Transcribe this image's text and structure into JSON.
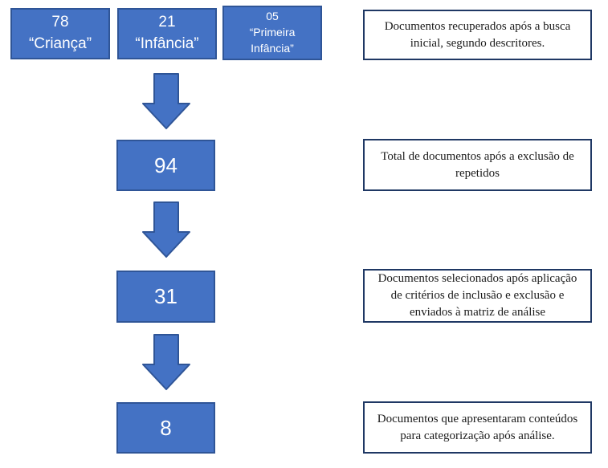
{
  "colors": {
    "box-fill": "#4472C4",
    "box-border": "#2F5597",
    "note-border": "#1F3864",
    "note-text": "#1B1B1B"
  },
  "flow": {
    "sources": [
      {
        "count": "78",
        "term": "“Criança”"
      },
      {
        "count": "21",
        "term": "“Infância”"
      },
      {
        "count": "05",
        "term": "“Primeira Infância”"
      }
    ],
    "steps": [
      {
        "note": "Documentos recuperados após a busca inicial, segundo descritores."
      },
      {
        "value": "94",
        "note": "Total de documentos após a exclusão de repetidos"
      },
      {
        "value": "31",
        "note": "Documentos selecionados após aplicação de critérios de inclusão e exclusão e enviados à matriz de análise"
      },
      {
        "value": "8",
        "note": "Documentos que apresentaram conteúdos para categorização após análise."
      }
    ]
  }
}
